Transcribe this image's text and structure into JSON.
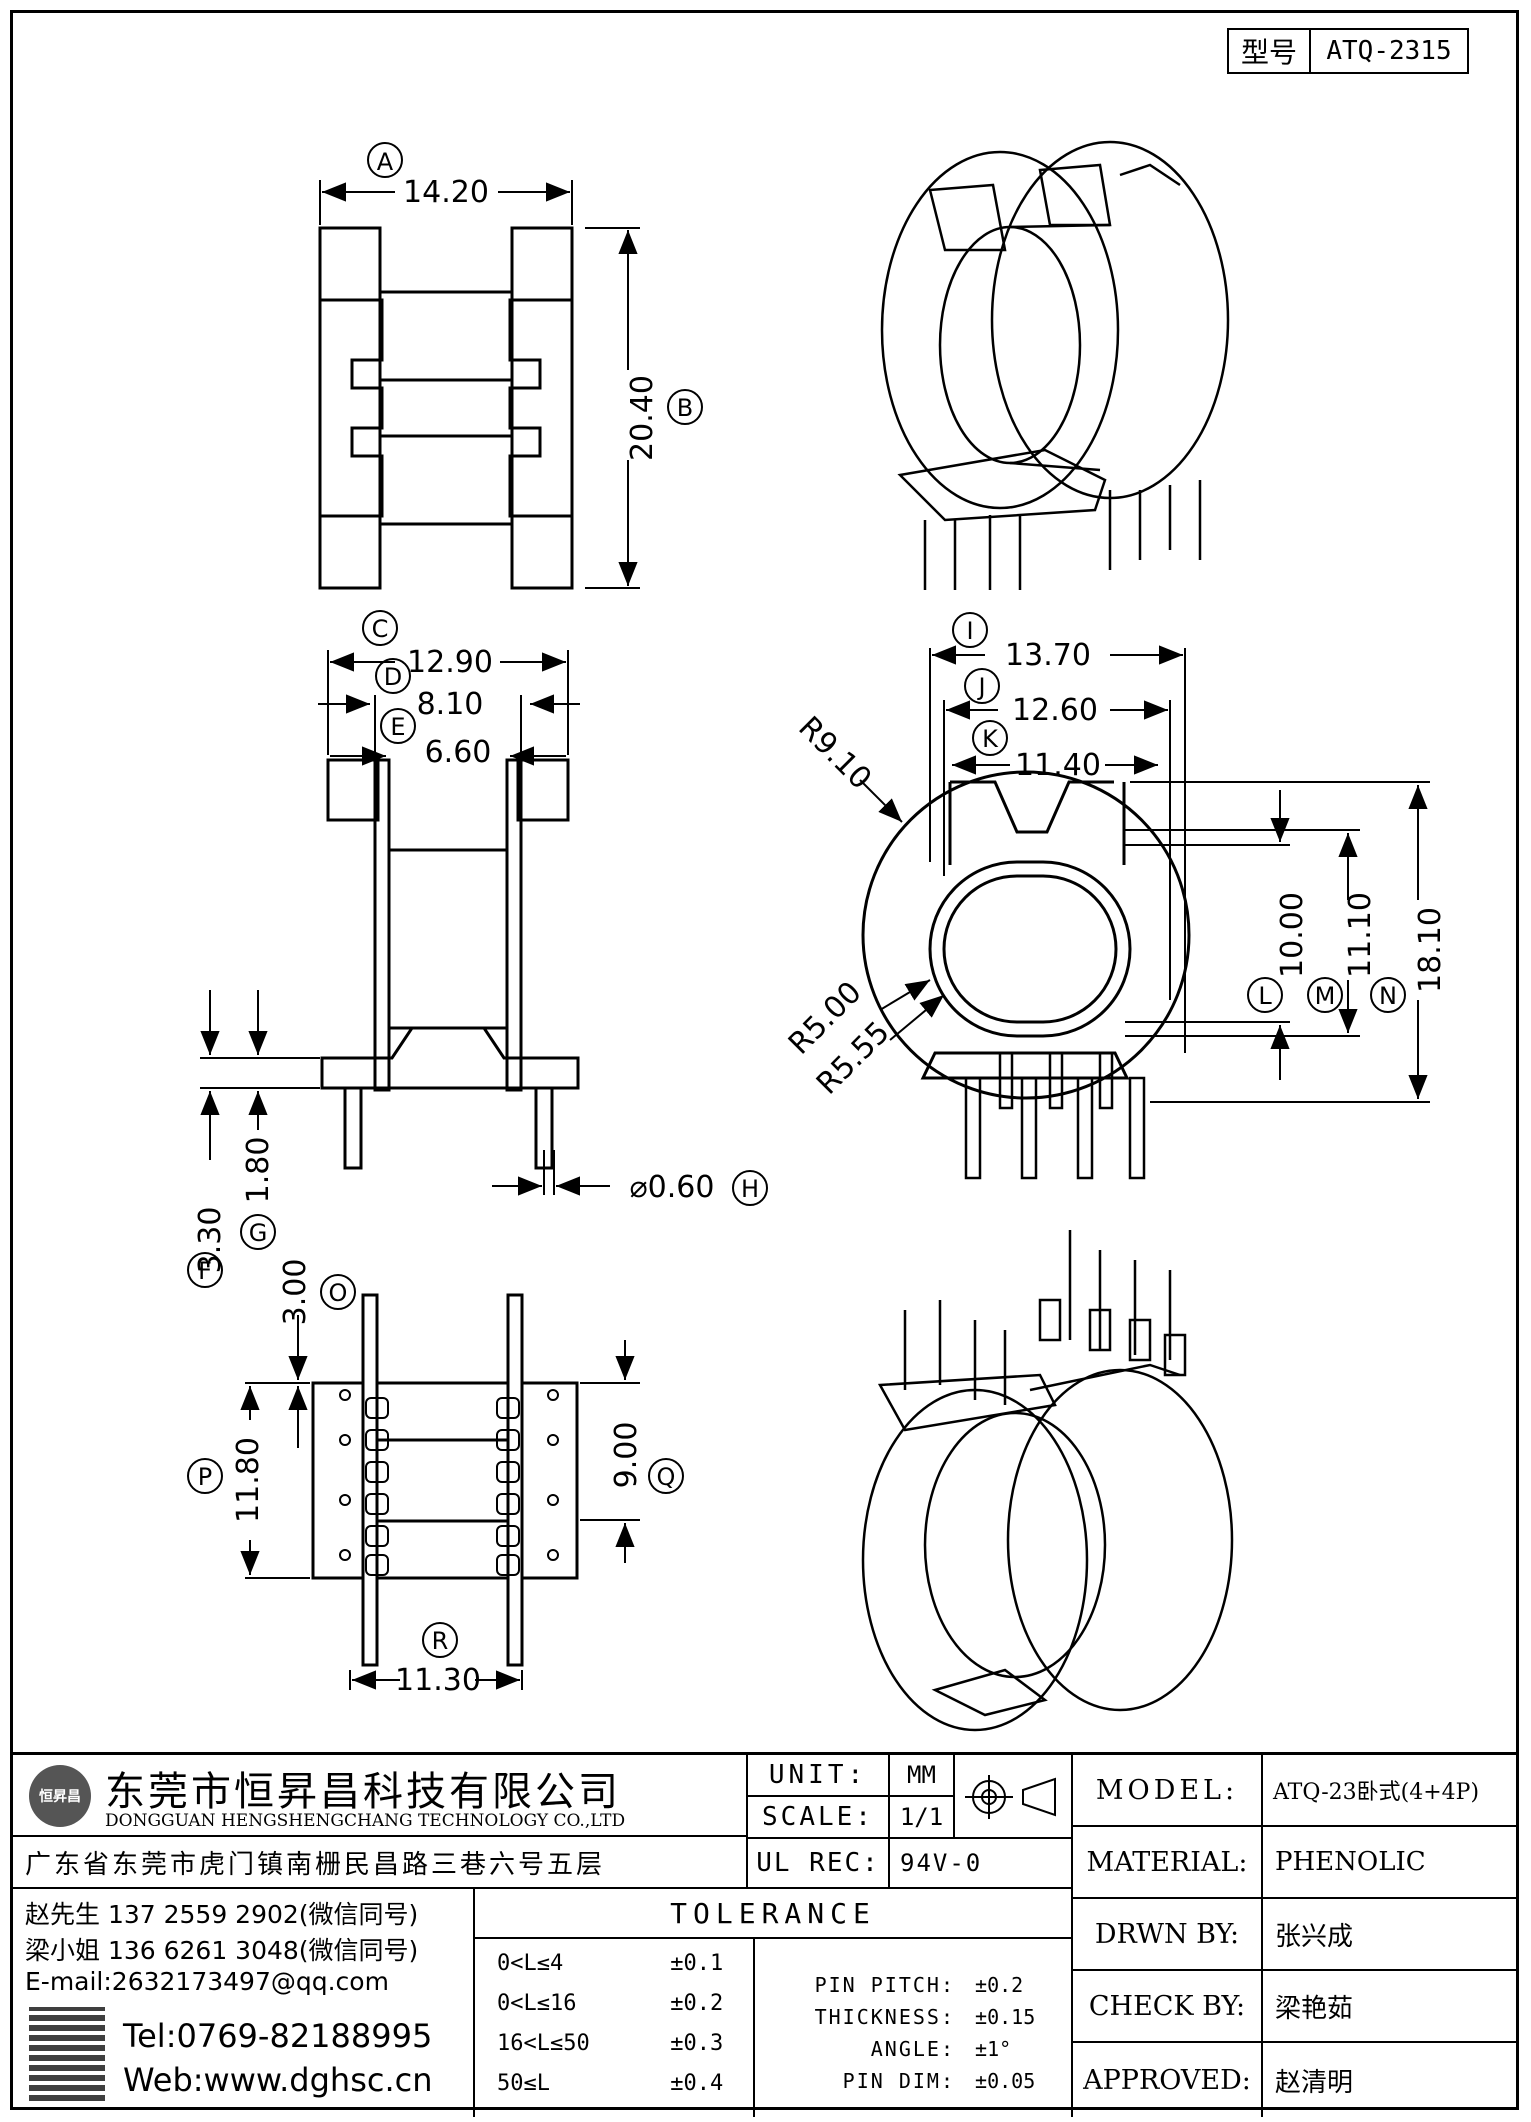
{
  "drawing": {
    "part_label": "型号",
    "part_number": "ATQ-2315"
  },
  "dims": {
    "A": {
      "tag": "A",
      "value": "14.20"
    },
    "B": {
      "tag": "B",
      "value": "20.40"
    },
    "C": {
      "tag": "C",
      "value": "12.90"
    },
    "D": {
      "tag": "D",
      "value": "8.10"
    },
    "E": {
      "tag": "E",
      "value": "6.60"
    },
    "F": {
      "tag": "F",
      "value": "3.30"
    },
    "G": {
      "tag": "G",
      "value": "1.80"
    },
    "H": {
      "tag": "H",
      "value": "⌀0.60"
    },
    "I": {
      "tag": "I",
      "value": "13.70"
    },
    "J": {
      "tag": "J",
      "value": "12.60"
    },
    "K": {
      "tag": "K",
      "value": "11.40"
    },
    "L": {
      "tag": "L",
      "value": "10.00"
    },
    "M": {
      "tag": "M",
      "value": "11.10"
    },
    "N": {
      "tag": "N",
      "value": "18.10"
    },
    "O": {
      "tag": "O",
      "value": "3.00"
    },
    "P": {
      "tag": "P",
      "value": "11.80"
    },
    "Q": {
      "tag": "Q",
      "value": "9.00"
    },
    "R": {
      "tag": "R",
      "value": "11.30"
    },
    "R910": "R9.10",
    "R500": "R5.00",
    "R555": "R5.55"
  },
  "company": {
    "name_cn": "东莞市恒昇昌科技有限公司",
    "name_en": "DONGGUAN HENGSHENGCHANG TECHNOLOGY CO.,LTD",
    "logo_text": "恒昇昌",
    "address": "广东省东莞市虎门镇南栅民昌路三巷六号五层",
    "contact1": "赵先生 137 2559 2902(微信同号)",
    "contact2": "梁小姐 136 6261 3048(微信同号)",
    "email": "E-mail:2632173497@qq.com",
    "tel": "Tel:0769-82188995",
    "web": "Web:www.dghsc.cn"
  },
  "titleblock": {
    "unit_label": "UNIT:",
    "unit_value": "MM",
    "scale_label": "SCALE:",
    "scale_value": "1/1",
    "ulrec_label": "UL REC:",
    "ulrec_value": "94V-0",
    "model_label": "MODEL:",
    "model_value": "ATQ-23卧式(4+4P)",
    "material_label": "MATERIAL:",
    "material_value": "PHENOLIC",
    "drawn_label": "DRWN BY:",
    "drawn_value": "张兴成",
    "check_label": "CHECK BY:",
    "check_value": "梁艳茹",
    "approved_label": "APPROVED:",
    "approved_value": "赵清明"
  },
  "tolerance": {
    "title": "TOLERANCE",
    "ranges": [
      {
        "range": "0<L≤4",
        "tol": "±0.1"
      },
      {
        "range": "0<L≤16",
        "tol": "±0.2"
      },
      {
        "range": "16<L≤50",
        "tol": "±0.3"
      },
      {
        "range": "50≤L",
        "tol": "±0.4"
      }
    ],
    "specs": [
      {
        "label": "PIN PITCH:",
        "tol": "±0.2"
      },
      {
        "label": "THICKNESS:",
        "tol": "±0.15"
      },
      {
        "label": "ANGLE:",
        "tol": "±1°"
      },
      {
        "label": "PIN DIM:",
        "tol": "±0.05"
      }
    ]
  }
}
